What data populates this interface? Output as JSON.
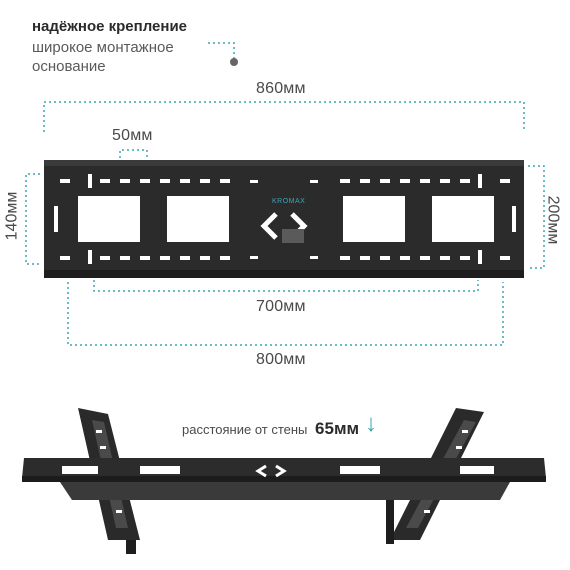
{
  "feature": {
    "title": "надёжное крепление",
    "subtitle": "широкое монтажное основание"
  },
  "dimensions": {
    "width_total": "860мм",
    "slot_spacing": "50мм",
    "height_left": "140мм",
    "height_right": "200мм",
    "inner_width": "700мм",
    "outer_width": "800мм"
  },
  "plate": {
    "brand": "KROMAX"
  },
  "wall_distance": {
    "label": "расстояние от стены",
    "value": "65мм"
  },
  "colors": {
    "accent": "#3aa6b2",
    "metal": "#2a2a2a"
  }
}
